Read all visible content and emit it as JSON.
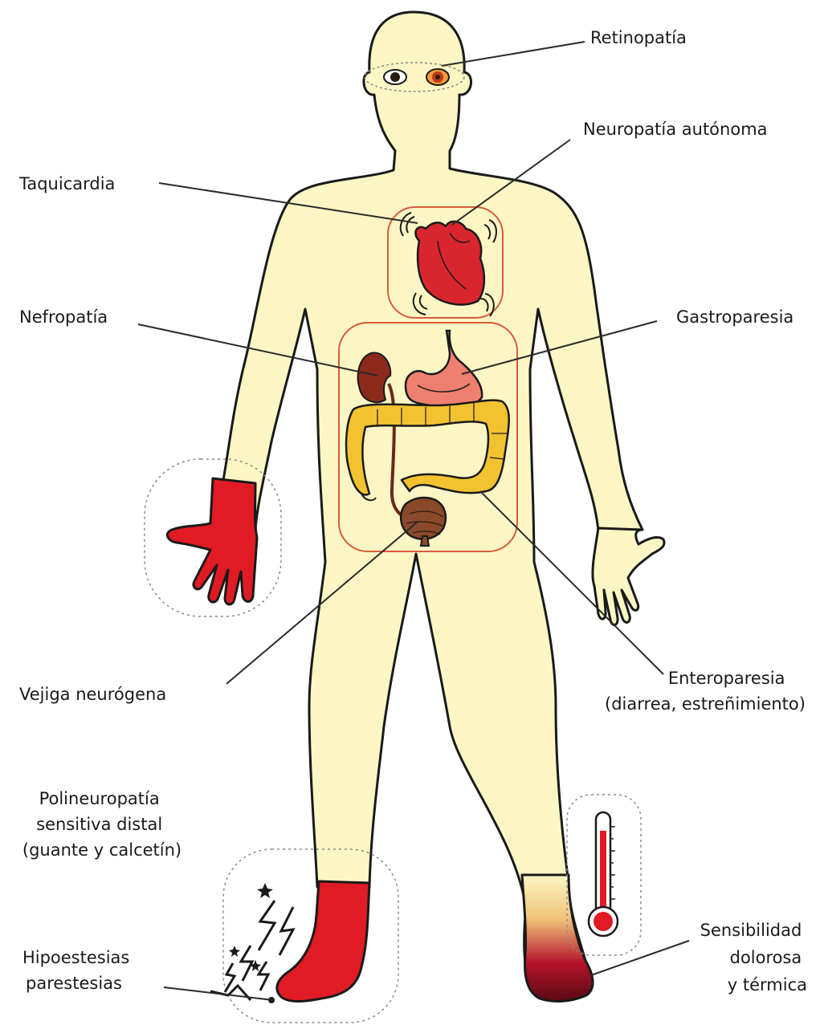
{
  "labels": {
    "retinopatia": "Retinopatía",
    "neuropatia_autonoma": "Neuropatía autónoma",
    "taquicardia": "Taquicardia",
    "nefropatia": "Nefropatía",
    "gastroparesia": "Gastroparesia",
    "vejiga": "Vejiga neurógena",
    "enteroparesia": {
      "line1": "Enteroparesia",
      "line2": "(diarrea, estreñimiento)"
    },
    "polineuropatia": {
      "line1": "Polineuropatía",
      "line2": "sensitiva distal",
      "line3": "(guante y calcetín)"
    },
    "hipoestesias": {
      "line1": "Hipoestesias",
      "line2": "parestesias"
    },
    "sensibilidad": {
      "line1": "Sensibilidad",
      "line2": "dolorosa",
      "line3": "y térmica"
    }
  },
  "colors": {
    "skin": "#fbf6c4",
    "outline": "#1a1a1a",
    "affected_red": "#e01b24",
    "heart": "#d9262e",
    "stomach": "#ef7f6f",
    "intestine": "#f2c230",
    "kidney": "#8c2b1c",
    "bladder": "#8a4a2a",
    "region_box": "#d95a3c",
    "dashed_circle": "#8a8a8a"
  },
  "icons": [
    "eye-icon",
    "heart-icon",
    "stomach-icon",
    "kidney-icon",
    "intestine-icon",
    "bladder-icon",
    "glove-hand-icon",
    "sock-foot-icon",
    "thermometer-icon",
    "lightning-icon"
  ]
}
